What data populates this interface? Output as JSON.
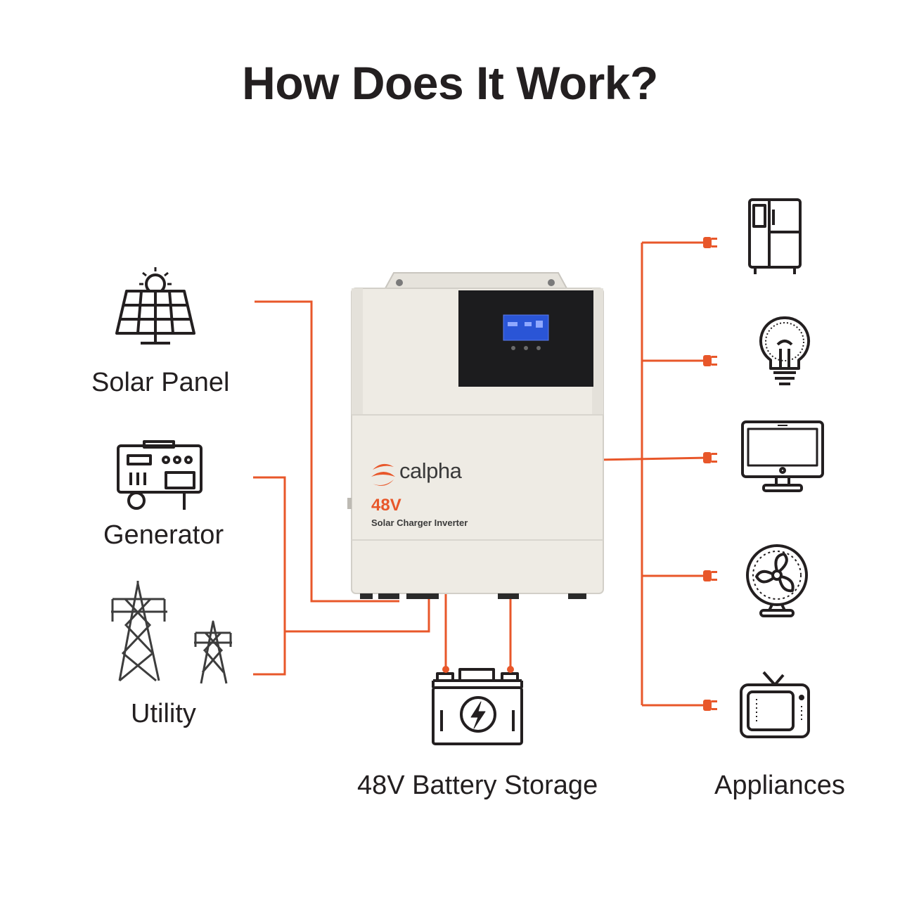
{
  "title": "How Does It Work?",
  "sources": [
    {
      "label": "Solar Panel",
      "icon": "solar-panel-icon"
    },
    {
      "label": "Generator",
      "icon": "generator-icon"
    },
    {
      "label": "Utility",
      "icon": "power-tower-icon"
    }
  ],
  "inverter": {
    "brand": "calpha",
    "model": "48V",
    "product": "Solar Charger Inverter"
  },
  "battery": {
    "label": "48V Battery Storage",
    "icon": "battery-icon"
  },
  "appliances": {
    "label": "Appliances",
    "items": [
      {
        "icon": "refrigerator-icon"
      },
      {
        "icon": "light-bulb-icon"
      },
      {
        "icon": "monitor-icon"
      },
      {
        "icon": "fan-icon"
      },
      {
        "icon": "television-icon"
      }
    ]
  },
  "colors": {
    "wire": "#e8572a",
    "text": "#231f20",
    "inverter_body": "#eeebe4",
    "screen_panel": "#1c1c1e",
    "lcd": "#2a55d6"
  }
}
